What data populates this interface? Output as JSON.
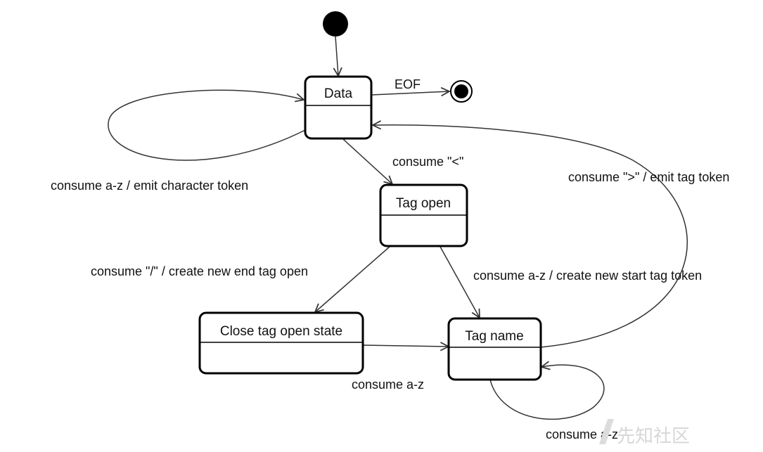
{
  "states": {
    "data": {
      "label": "Data"
    },
    "tag_open": {
      "label": "Tag open"
    },
    "close_tag_open": {
      "label": "Close tag open state"
    },
    "tag_name": {
      "label": "Tag name"
    }
  },
  "transitions": {
    "eof": "EOF",
    "consume_char": "consume a-z / emit character token",
    "consume_lt": "consume \"<\"",
    "consume_gt": "consume \">\" / emit tag token",
    "consume_slash": "consume \"/\" / create new end tag open",
    "consume_start": "consume a-z / create new start tag token",
    "consume_close_to_name": "consume a-z",
    "consume_name_loop": "consume a-z"
  },
  "watermark": {
    "text": "先知社区"
  }
}
